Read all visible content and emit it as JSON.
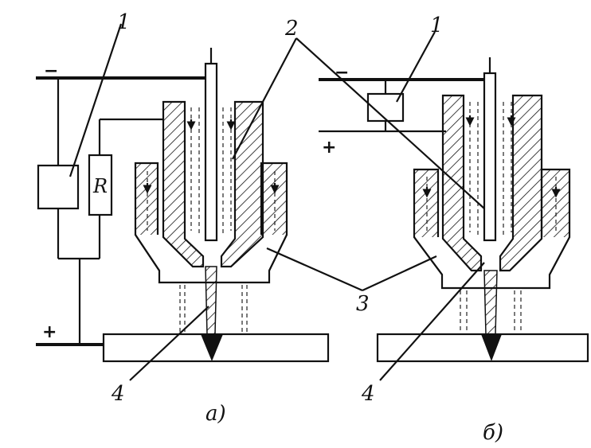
{
  "figure": {
    "left_caption": "а)",
    "right_caption": "б)"
  },
  "labels": {
    "resistor": "R",
    "minus_left": "−",
    "plus_left": "+",
    "minus_right": "−",
    "plus_right": "+"
  },
  "callouts": {
    "left_1": "1",
    "top_2": "2",
    "right_1": "1",
    "mid_3": "3",
    "left_4": "4",
    "right_4": "4"
  }
}
